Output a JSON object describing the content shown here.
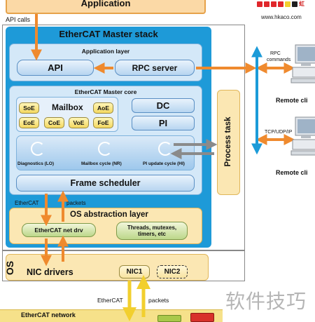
{
  "application": {
    "title": "Application",
    "api_calls": "API calls"
  },
  "master_stack": {
    "title": "EtherCAT Master stack",
    "app_layer": {
      "title": "Application layer",
      "api": "API",
      "rpc_server": "RPC server"
    },
    "core": {
      "title": "EtherCAT Master core",
      "mailbox": {
        "title": "Mailbox",
        "protocols": [
          "SoE",
          "AoE",
          "EoE",
          "CoE",
          "VoE",
          "FoE"
        ]
      },
      "dc": "DC",
      "pi": "PI",
      "cycles": [
        "Diagnostics (LO)",
        "Mailbox cycle (NR)",
        "PI update cycle (HI)"
      ],
      "frame_scheduler": "Frame scheduler"
    },
    "process_task": "Process task",
    "ethercat_label": "EtherCAT",
    "packets_label": "packets",
    "os_abstraction": {
      "title": "OS abstraction layer",
      "net_drv": "EtherCAT net drv",
      "threads": "Threads, mutexes, timers, etc"
    }
  },
  "os": {
    "title": "OS",
    "nic_drivers": "NIC drivers",
    "nic1": "NIC1",
    "nic2": "NIC2"
  },
  "bottom": {
    "ethercat": "EtherCAT",
    "packets": "packets",
    "network": "EtherCAT network"
  },
  "right": {
    "brand_url": "www.hkaco.com",
    "brand_chars": "虹",
    "rpc_label_1": "RPC",
    "rpc_label_2": "commands",
    "tcp_label": "TCP/UDP/IP",
    "remote_client_1": "Remote cli",
    "remote_client_2": "Remote cli"
  },
  "watermark": "软件技巧",
  "colors": {
    "outer_blue": "#1c9bd8",
    "inner_blue": "#cfe6f7",
    "orange_arrow": "#ef8a2e",
    "yellow": "#f4d860",
    "cream": "#fbe7b3",
    "gray_arrow": "#8a8a8a"
  }
}
